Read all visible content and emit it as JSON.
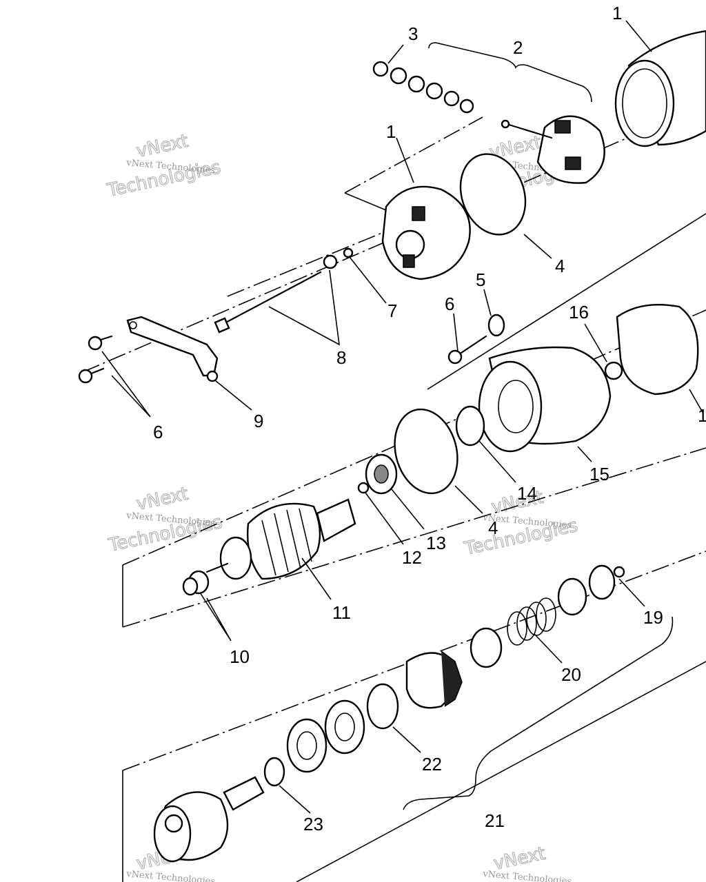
{
  "callouts": [
    {
      "id": "c1a",
      "text": "1"
    },
    {
      "id": "c2",
      "text": "2"
    },
    {
      "id": "c3",
      "text": "3"
    },
    {
      "id": "c1b",
      "text": "1"
    },
    {
      "id": "c4a",
      "text": "4"
    },
    {
      "id": "c7",
      "text": "7"
    },
    {
      "id": "c8",
      "text": "8"
    },
    {
      "id": "c5",
      "text": "5"
    },
    {
      "id": "c6a",
      "text": "6"
    },
    {
      "id": "c16",
      "text": "16"
    },
    {
      "id": "c1c",
      "text": "1"
    },
    {
      "id": "c6b",
      "text": "6"
    },
    {
      "id": "c9",
      "text": "9"
    },
    {
      "id": "c15",
      "text": "15"
    },
    {
      "id": "c14",
      "text": "14"
    },
    {
      "id": "c4b",
      "text": "4"
    },
    {
      "id": "c13",
      "text": "13"
    },
    {
      "id": "c12",
      "text": "12"
    },
    {
      "id": "c11",
      "text": "11"
    },
    {
      "id": "c10",
      "text": "10"
    },
    {
      "id": "c19",
      "text": "19"
    },
    {
      "id": "c20",
      "text": "20"
    },
    {
      "id": "c22",
      "text": "22"
    },
    {
      "id": "c23",
      "text": "23"
    },
    {
      "id": "c21",
      "text": "21"
    }
  ],
  "watermark": {
    "line1": "vNext",
    "line2": "Technologies",
    "small": "vNext Technologies"
  }
}
